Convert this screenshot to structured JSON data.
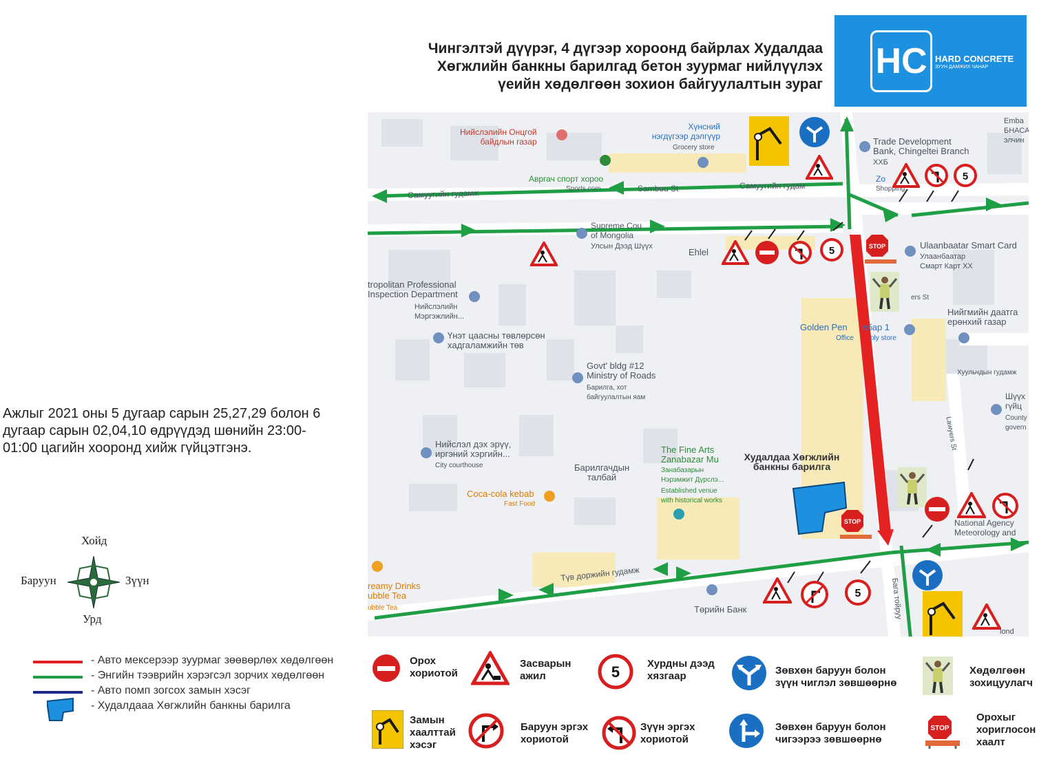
{
  "title_lines": [
    "Чингэлтэй дүүрэг, 4 дүгээр хороонд байрлах Худалдаа",
    "Хөгжлийн банкны барилгад бетон зуурмаг нийлүүлэх",
    "үеийн хөдөлгөөн зохион байгуулалтын зураг"
  ],
  "logo": {
    "mark": "HC",
    "brand": "HARD CONCRETE",
    "tagline": "ЗУУН ДАМЖИХ ЧАНАР",
    "bg_color": "#1e90e0"
  },
  "map": {
    "labels": {
      "nisleliin_ontsgoi": "Нийслэлийн Онцгой\nбайдлын газар",
      "khunsnii": "Хүнсний\nнэгдүгээр дэлгүүр",
      "grocery": "Grocery store",
      "trade_dev": "Trade Development\nBank, Chingeltei Branch",
      "trade_dev_mn": "ХХБ",
      "embassy": "Emba\nБНАСА\nэлчин",
      "avragch": "Авргач спорт хороо",
      "sports": "Sports com",
      "samuugiin_w": "Самуугийн гудамж",
      "sambuu": "Sambuu St",
      "samuugiin_e": "Самуугийн гудам",
      "zo": "Zo",
      "shopping": "Shopping",
      "supreme": "Supreme Cou\nof Mongolia",
      "supreme_mn": "Улсын Дээд Шүүх",
      "ehlel": "Ehlel",
      "ub_smart": "Ulaanbaatar Smart Card",
      "ub_smart_mn": "Улаанбаатар\nСмарт Карт ХХ",
      "ers_st": "ers St",
      "metro_prof": "tropolitan Professional\nInspection Department",
      "metro_prof_mn": "Нийслэлийн\nМэргэжлийн...",
      "unet": "Үнэт цаасны төвлөрсөн\nхадгаламжийн төв",
      "golden_pen": "Golden Pen",
      "albar": "лбар 1",
      "office": "Office",
      "supply": "ply store",
      "niigmiin": "Нийгмийн даатга\nерөнхий газар",
      "khuulchiin": "Хуульчдын гудамж",
      "govt": "Govt' bldg #12\nMinistry of Roads",
      "govt_mn": "Барилга, хот\nбайгуулалтын яам",
      "shuukh": "Шүүх\nгүйц",
      "county": "County\ngovern",
      "lawyers": "Lawyers St",
      "court": "Нийслэл дэх эрүү,\nиргэний хэргийн...",
      "court_en": "City courthouse",
      "barilgachdiin": "Барилгачдын\nталбай",
      "fine_arts": "The Fine Arts\nZanabazar Mu",
      "fine_arts_mn": "Занабазарын\nНэрэмжит Дүрслэ...",
      "established": "Established venue\nwith historical works",
      "cocacola": "Coca-cola kebab",
      "fastfood": "Fast Food",
      "building": "Худалдаа Хөгжлийн\nбанкны барилга",
      "national_agency": "National Agency\nMeteorology and",
      "dreamy": "reamy Drinks\nubble Tea",
      "dreamy2": "ubble Tea",
      "tuvdorj": "Түв доржийн гудамж",
      "bagatoiruu": "Бага тойруу",
      "turiin_bank": "Төрийн Банк",
      "lond": "lond"
    },
    "speed_limit": "5"
  },
  "schedule_text": "Ажлыг 2021 оны 5 дугаар сарын 25,27,29 болон 6 дугаар сарын 02,04,10 өдрүүдэд шөнийн 23:00-01:00 цагийн хооронд хийж гүйцэтгэнэ.",
  "compass": {
    "north": "Хойд",
    "south": "Урд",
    "west": "Баруун",
    "east": "Зүүн"
  },
  "legend": [
    {
      "color": "#e02020",
      "text": "- Авто мексерээр зуурмаг зөөвөрлөх хөдөлгөөн"
    },
    {
      "color": "#1f9e45",
      "text": "- Энгийн тээврийн хэрэгсэл зорчих хөдөлгөөн"
    },
    {
      "color": "#1f2a8a",
      "text": "- Авто помп зогсох замын хэсэг"
    },
    {
      "color": "#1e90e0",
      "text": "- Худалдааа Хөгжлийн банкны барилга"
    }
  ],
  "symbols": {
    "no_entry": "Орох\nхориотой",
    "road_work": "Засварын\nажил",
    "speed_limit": "Хурдны дээд\nхязгаар",
    "speed_value": "5",
    "right_left_only": "Зөвхөн баруун болон\nзүүн чиглэл зөвшөөрнө",
    "traffic_controller": "Хөдөлгөөн\nзохицуулагч",
    "road_closed": "Замын\nхаалттай\nхэсэг",
    "no_right_turn": "Баруун эргэх\nхориотой",
    "no_left_turn": "Зүүн эргэх\nхориотой",
    "right_straight_only": "Зөвхөн баруун болон\nчигээрээ зөвшөөрнө",
    "barrier": "Орохыг\nхориглосон\nхаалт",
    "stop": "STOP"
  }
}
